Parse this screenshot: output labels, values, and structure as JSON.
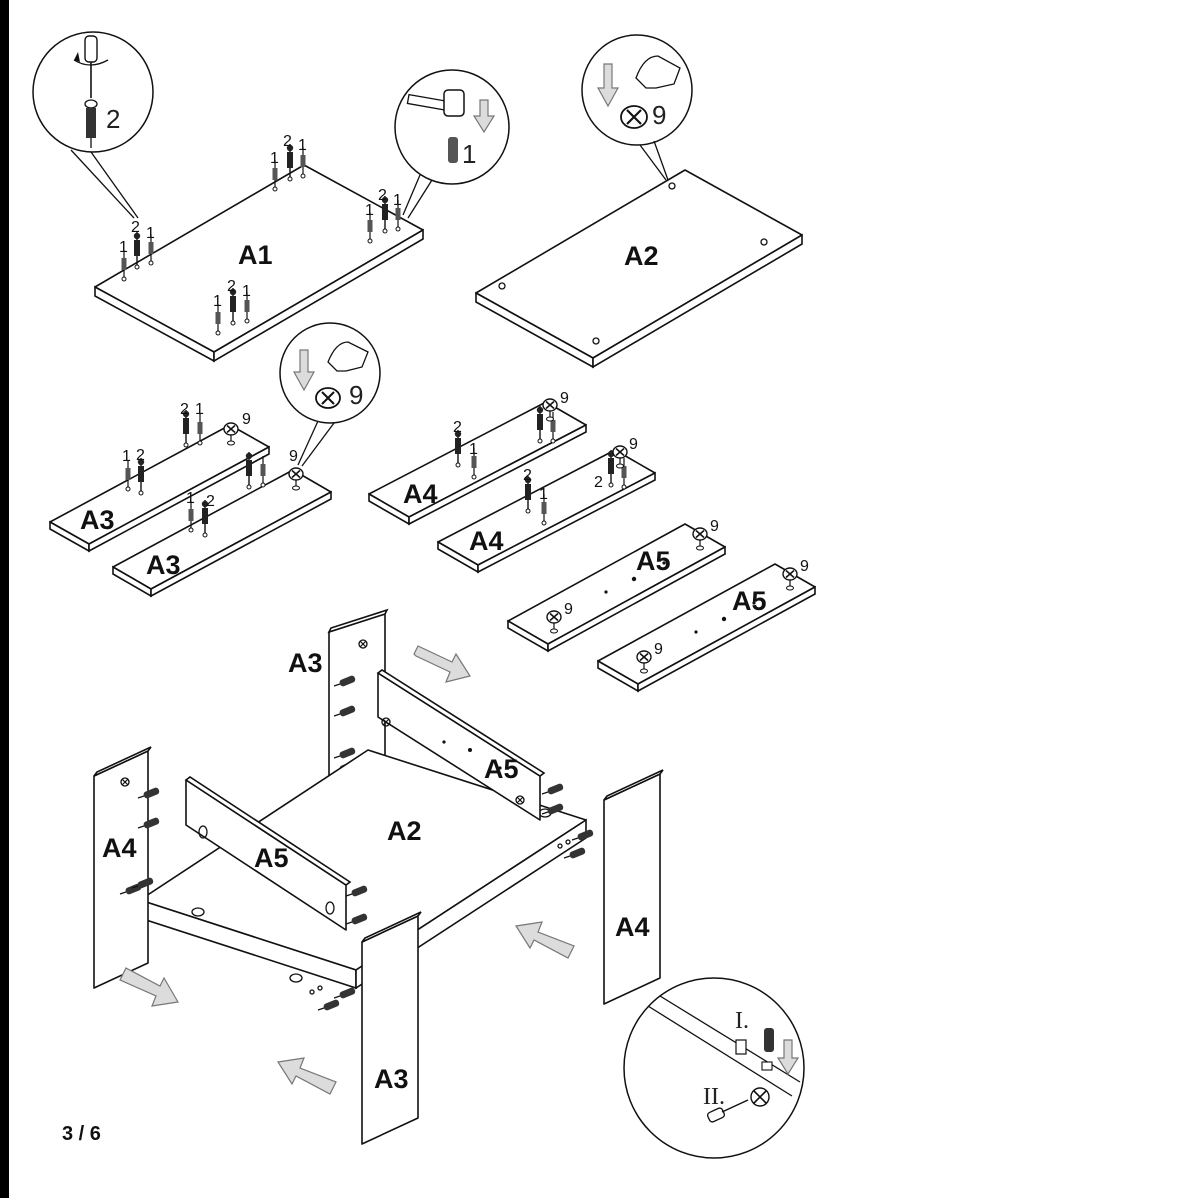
{
  "page_number": "3 / 6",
  "top_panels": {
    "a1": "A1",
    "a2": "A2"
  },
  "callouts": {
    "dowel_screw_qty": "2",
    "dowel_hammer_qty": "1",
    "cam_a2_qty": "9",
    "cam_a3_qty": "9"
  },
  "hardware_labels": {
    "screw": "2",
    "dowel": "1",
    "cam": "9"
  },
  "small_panels": {
    "a3_left": "A3",
    "a3_right": "A3",
    "a4_top": "A4",
    "a4_bottom": "A4",
    "a5_top": "A5",
    "a5_bottom": "A5"
  },
  "assembly": {
    "a3_back": "A3",
    "a5_back": "A5",
    "a2_center": "A2",
    "a4_left": "A4",
    "a5_front": "A5",
    "a4_right": "A4",
    "a3_front": "A3"
  },
  "detail_steps": {
    "step1": "I.",
    "step2": "II."
  }
}
